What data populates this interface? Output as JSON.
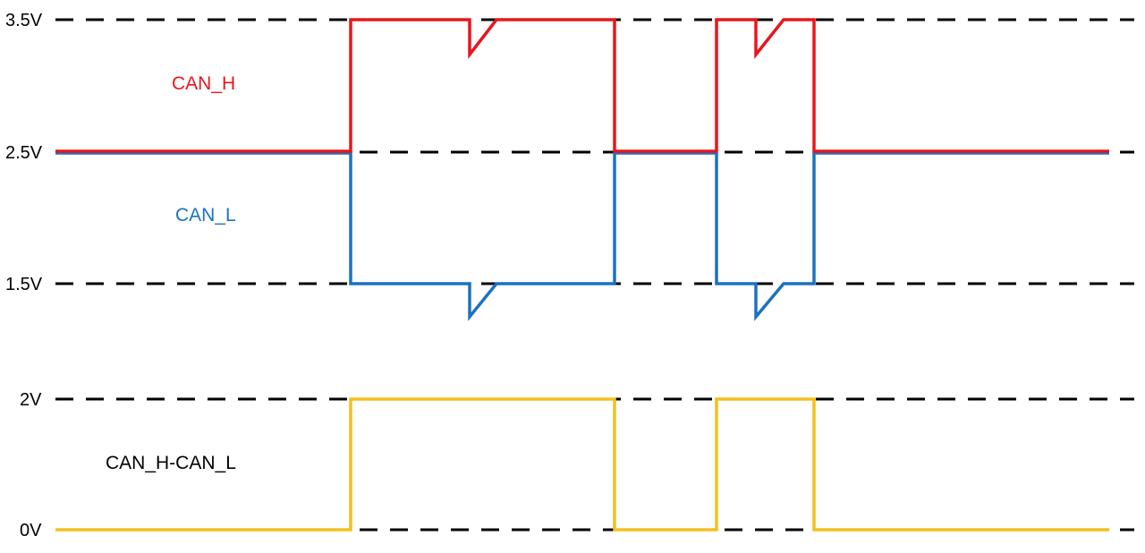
{
  "levels": {
    "v35": "3.5V",
    "v25": "2.5V",
    "v15": "1.5V",
    "v2": "2V",
    "v0": "0V"
  },
  "signals": {
    "can_h": {
      "label": "CAN_H",
      "color": "#e8161b"
    },
    "can_l": {
      "label": "CAN_L",
      "color": "#1b72c0"
    },
    "diff": {
      "label": "CAN_H-CAN_L",
      "color": "#f4c01e"
    }
  },
  "reference_color": "#000000"
}
